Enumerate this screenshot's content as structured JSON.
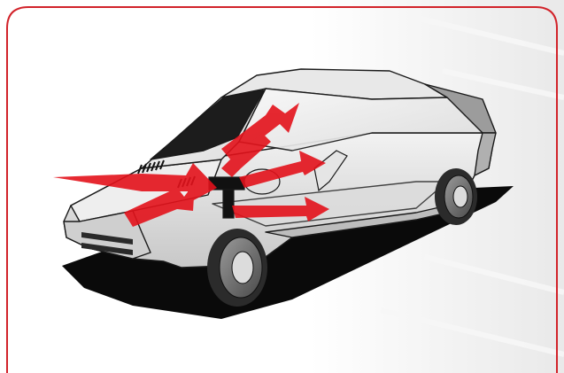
{
  "figure": {
    "subject": "car-ventilation-airflow",
    "icons": [
      "car-cutaway",
      "airflow-arrow",
      "ground-shadow",
      "air-intake-vent",
      "steering-wheel",
      "seat"
    ],
    "colors": {
      "frame_border": "#d2232a",
      "airflow_arrow": "#e3121b",
      "car_body": "#d9d9d9",
      "car_outline": "#1a1a1a",
      "ground_shadow": "#0a0a0a",
      "background_texture": "#ededed"
    },
    "airflow_arrows": [
      {
        "name": "fresh-air-intake"
      },
      {
        "name": "windshield-defrost"
      },
      {
        "name": "upward-rear-flow"
      },
      {
        "name": "cabin-center-flow"
      },
      {
        "name": "footwell-flow"
      },
      {
        "name": "lower-intake-flow"
      }
    ]
  }
}
